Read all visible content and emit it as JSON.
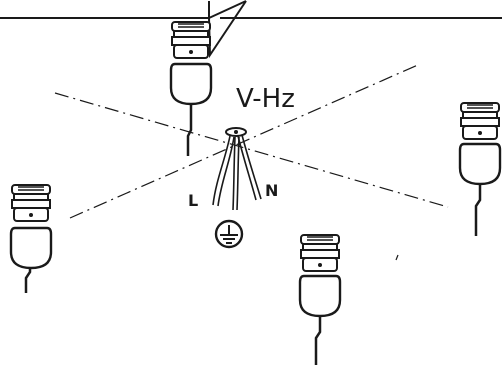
{
  "diagram": {
    "voltage_label": "V-Hz",
    "live_label": "L",
    "neutral_label": "N"
  },
  "icons": {
    "fixture": "ceiling-rose-pendant-icon",
    "earth": "earth-ground-icon"
  },
  "colors": {
    "stroke": "#1a1a1a",
    "background": "#ffffff"
  }
}
